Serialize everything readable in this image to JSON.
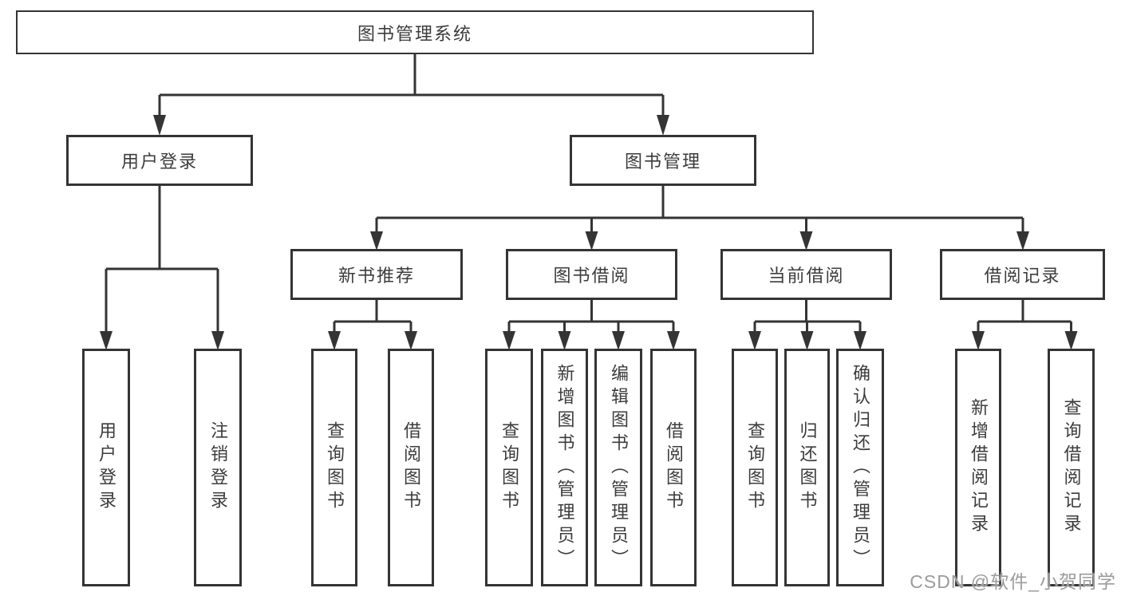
{
  "tree": {
    "root": {
      "label": "图书管理系统"
    },
    "branches": [
      {
        "label": "用户登录",
        "children": [
          {
            "label": "用户登录"
          },
          {
            "label": "注销登录"
          }
        ]
      },
      {
        "label": "图书管理",
        "children": [
          {
            "label": "新书推荐",
            "children": [
              {
                "label": "查询图书"
              },
              {
                "label": "借阅图书"
              }
            ]
          },
          {
            "label": "图书借阅",
            "children": [
              {
                "label": "查询图书"
              },
              {
                "label": "新增图书（管理员）"
              },
              {
                "label": "编辑图书（管理员）"
              },
              {
                "label": "借阅图书"
              }
            ]
          },
          {
            "label": "当前借阅",
            "children": [
              {
                "label": "查询图书"
              },
              {
                "label": "归还图书"
              },
              {
                "label": "确认归还（管理员）"
              }
            ]
          },
          {
            "label": "借阅记录",
            "children": [
              {
                "label": "新增借阅记录"
              },
              {
                "label": "查询借阅记录"
              }
            ]
          }
        ]
      }
    ]
  },
  "watermark": {
    "text": "CSDN @软件_小贺同学"
  },
  "colors": {
    "line": "#343434",
    "box_border": "#343434",
    "text": "#3c3c3c",
    "watermark": "#9b9b9b",
    "background": "#ffffff"
  }
}
